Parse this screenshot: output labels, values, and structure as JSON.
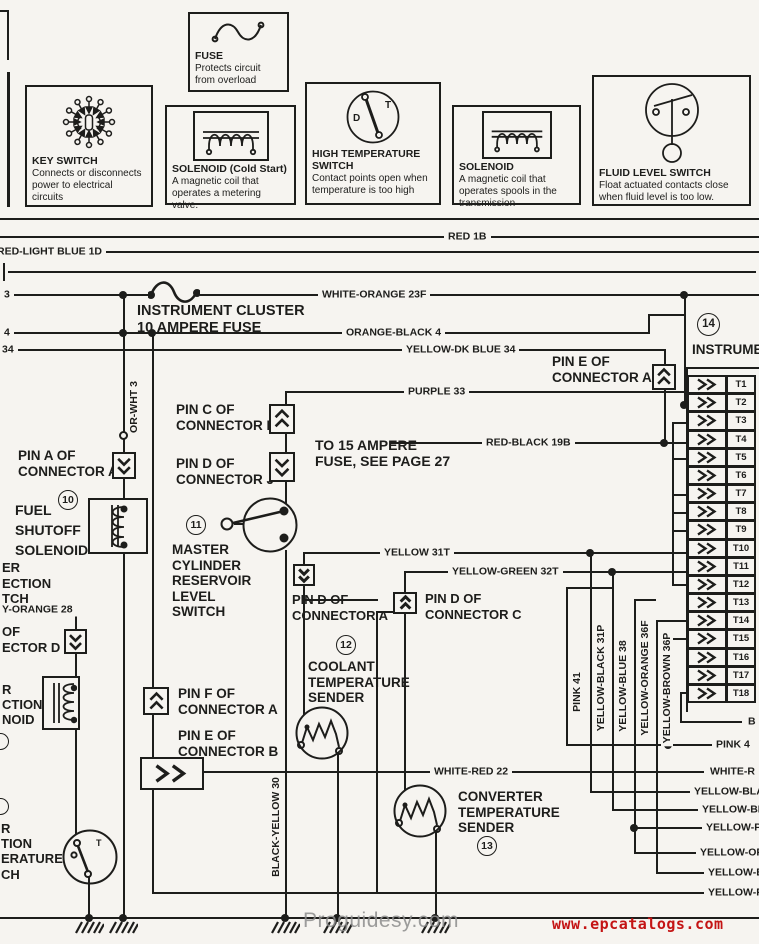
{
  "legend": [
    {
      "title": "KEY SWITCH",
      "desc": "Connects or disconnects power to electrical circuits",
      "symbol": "key-switch"
    },
    {
      "title": "FUSE",
      "desc": "Protects circuit from overload",
      "symbol": "fuse"
    },
    {
      "title": "SOLENOID (Cold Start)",
      "desc": "A magnetic coil that operates a metering valve.",
      "symbol": "solenoid-coil"
    },
    {
      "title": "HIGH TEMPERATURE SWITCH",
      "desc": "Contact points open when temperature is too high",
      "symbol": "high-temperature-switch"
    },
    {
      "title": "SOLENOID",
      "desc": "A magnetic coil that operates spools in the transmission",
      "symbol": "solenoid-coil"
    },
    {
      "title": "FLUID LEVEL SWITCH",
      "desc": "Float actuated contacts close when fluid level is too low.",
      "symbol": "fluid-level-switch"
    }
  ],
  "wire_labels": {
    "red_1b": "RED 1B",
    "red_light_blue_1d": "RED-LIGHT BLUE 1D",
    "white_orange_23f": "WHITE-ORANGE 23F",
    "orange_black_4": "ORANGE-BLACK 4",
    "yellow_dk_blue_34": "YELLOW-DK BLUE 34",
    "purple_33": "PURPLE 33",
    "red_black_19b": "RED-BLACK 19B",
    "yellow_31t": "YELLOW 31T",
    "yellow_green_32t": "YELLOW-GREEN 32T",
    "white_red_22": "WHITE-RED 22",
    "or_wht_3": "OR-WHT 3",
    "black_yellow_30": "BLACK-YELLOW 30",
    "pink_41": "PINK 41",
    "yellow_black_31p": "YELLOW-BLACK 31P",
    "yellow_blue_38": "YELLOW-BLUE 38",
    "yellow_orange_36f": "YELLOW-ORANGE 36F",
    "yellow_brown_36p": "YELLOW-BROWN 36P",
    "y_orange_28": "Y-ORANGE 28"
  },
  "row_numbers": [
    "3",
    "4",
    "34"
  ],
  "component_labels": {
    "instrument_cluster_fuse": "INSTRUMENT CLUSTER\n10 AMPERE FUSE",
    "to_15_ampere_fuse": "TO 15 AMPERE\nFUSE, SEE PAGE 27",
    "pin_e_conn_a": "PIN E OF\nCONNECTOR A",
    "pin_c_conn_b": "PIN C OF\nCONNECTOR B",
    "pin_d_conn_j": "PIN D OF\nCONNECTOR J",
    "pin_a_conn_a": "PIN A OF\nCONNECTOR A",
    "pin_d_conn_a": "PIN D OF\nCONNECTOR A",
    "pin_d_conn_c": "PIN D OF\nCONNECTOR C",
    "pin_f_conn_a": "PIN F OF\nCONNECTOR A",
    "pin_e_conn_b": "PIN E OF\nCONNECTOR B",
    "fuel_shutoff_solenoid": "FUEL\nSHUTOFF\nSOLENOID",
    "master_cylinder_switch": "MASTER\nCYLINDER\nRESERVOIR\nLEVEL\nSWITCH",
    "coolant_temp_sender": "COOLANT\nTEMPERATURE\nSENDER",
    "converter_temp_sender": "CONVERTER\nTEMPERATURE\nSENDER",
    "instrument_cluster_partial": "INSTRUME"
  },
  "circled_numbers": {
    "fuel_shutoff": "10",
    "master_cylinder": "11",
    "coolant": "12",
    "converter": "13",
    "cluster": "14"
  },
  "terminals": [
    "T1",
    "T2",
    "T3",
    "T4",
    "T5",
    "T6",
    "T7",
    "T8",
    "T9",
    "T10",
    "T11",
    "T12",
    "T13",
    "T14",
    "T15",
    "T16",
    "T17",
    "T18"
  ],
  "left_fragments": [
    "ER",
    "ECTION",
    "TCH",
    "OF",
    "ECTOR D",
    "R",
    "CTION",
    "NOID",
    "R",
    "TION",
    "ERATURE",
    "CH"
  ],
  "right_fragments": [
    "B",
    "PINK 4",
    "WHITE-R",
    "YELLOW-BLA",
    "YELLOW-BL",
    "YELLOW-P",
    "YELLOW-OR",
    "YELLOW-B",
    "YELLOW-R"
  ],
  "symbol_letters": {
    "d": "D",
    "t": "T"
  },
  "watermarks": {
    "center": "Proguidesy.com",
    "right": "www.epcatalogs.com"
  },
  "colors": {
    "ink": "#1d1d1b",
    "paper": "#f6f4f0",
    "watermark_gray": "#8d8d8d",
    "watermark_red": "#c41414"
  }
}
